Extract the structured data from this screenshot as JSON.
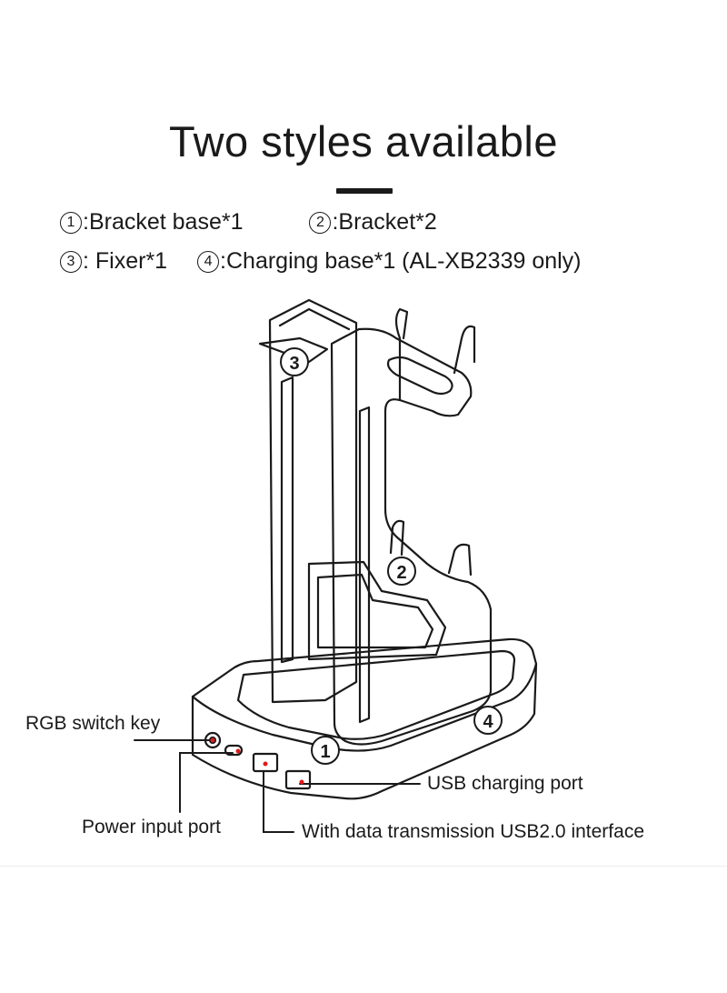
{
  "title": "Two styles available",
  "legend": {
    "line1": [
      {
        "num": "1",
        "text": ":Bracket base*1"
      },
      {
        "num": "2",
        "text": ":Bracket*2"
      }
    ],
    "line2": [
      {
        "num": "3",
        "text": ": Fixer*1"
      },
      {
        "num": "4",
        "text": ":Charging base*1 (AL-XB2339 only)"
      }
    ]
  },
  "diagram": {
    "markers": [
      "1",
      "2",
      "3",
      "4"
    ],
    "callouts": {
      "rgb_switch": "RGB switch key",
      "power_input": "Power input port",
      "usb_charging": "USB charging port",
      "usb_data": "With data transmission USB2.0 interface"
    },
    "port_marker_color": "#e01b1b",
    "line_color": "#1a1a1a"
  }
}
